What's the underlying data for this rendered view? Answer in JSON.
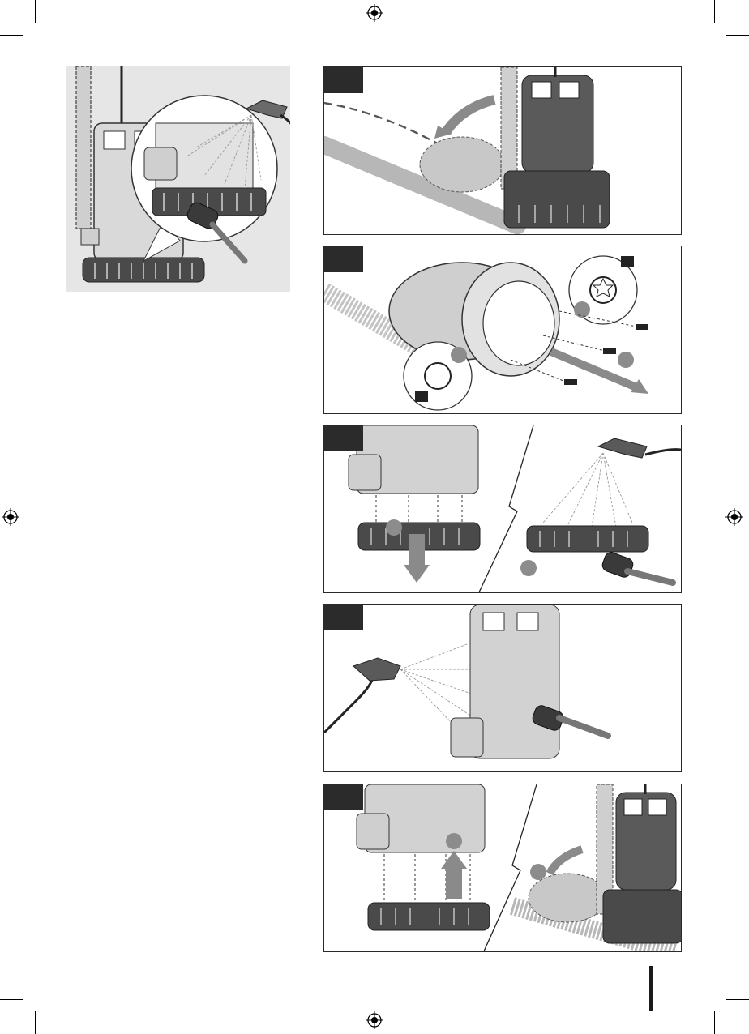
{
  "page": {
    "description_free": true
  },
  "colors": {
    "ink": "#2b2b2b",
    "pump_body": "#5a5a5a",
    "pump_dark": "#3a3a3a",
    "panel_bg": "#e6e6e6",
    "callout_grey": "#8c8c8c",
    "arrow_grey": "#8a8a8a"
  },
  "icons": {
    "registration": "crosshair-circle",
    "unlock": "open-padlock",
    "spray": "spray-nozzle",
    "brush": "cleaning-brush"
  },
  "steps": [
    {
      "id": "step-1"
    },
    {
      "id": "step-2"
    },
    {
      "id": "step-3"
    },
    {
      "id": "step-4"
    },
    {
      "id": "step-5"
    }
  ]
}
